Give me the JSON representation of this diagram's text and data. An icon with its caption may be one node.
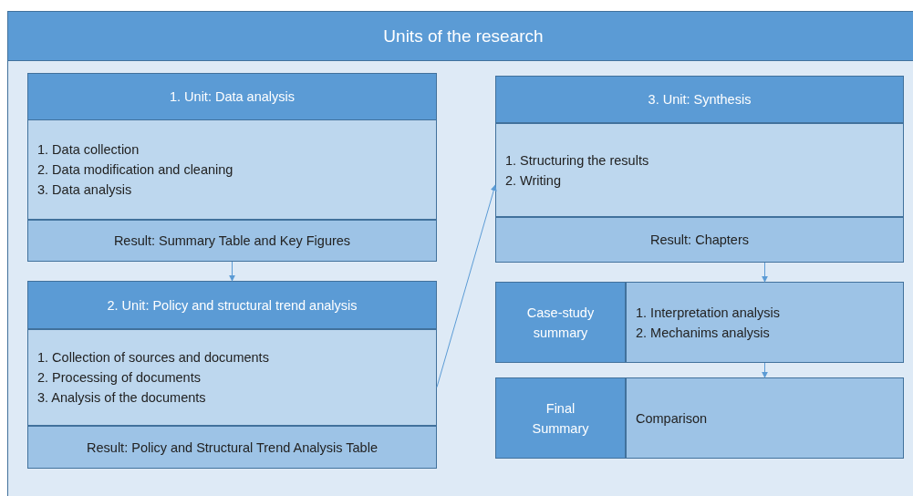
{
  "diagram": {
    "nodes": [
      {
        "text": [
          "Units of the research"
        ]
      },
      {
        "text": [
          "1. Unit: Data analysis"
        ],
        "in": 0
      },
      {
        "text": [
          "1. Data collection",
          "2. Data modification and cleaning",
          "3. Data analysis"
        ],
        "in": 0
      },
      {
        "text": [
          "Result: Summary Table and Key Figures"
        ],
        "in": 0
      },
      {
        "text": [
          "2. Unit: Policy and structural trend analysis"
        ],
        "in": 0
      },
      {
        "text": [
          "1. Collection of sources and documents",
          "2. Processing of documents",
          "3. Analysis of the documents"
        ],
        "in": 0
      },
      {
        "text": [
          "Result: Policy and Structural Trend Analysis Table"
        ],
        "in": 0
      },
      {
        "text": [
          "3. Unit: Synthesis"
        ],
        "in": 0
      },
      {
        "text": [
          "1. Structuring the results",
          "2. Writing"
        ],
        "in": 0
      },
      {
        "text": [
          "Result: Chapters"
        ],
        "in": 0
      },
      {
        "text": [
          "Case-study summary"
        ],
        "in": 0
      },
      {
        "text": [
          "1. Interpretation analysis",
          "2. Mechanims analysis"
        ],
        "in": 0
      },
      {
        "text": [
          "Final Summary"
        ],
        "in": 0
      },
      {
        "text": [
          "Comparison"
        ],
        "in": 0
      }
    ],
    "edges": [
      {
        "from": 3,
        "to": 4,
        "arrow": "to"
      },
      {
        "from": 5,
        "to": 8,
        "arrow": "to"
      },
      {
        "from": 9,
        "to": 11,
        "arrow": "to"
      },
      {
        "from": 11,
        "to": 13,
        "arrow": "to"
      }
    ]
  }
}
